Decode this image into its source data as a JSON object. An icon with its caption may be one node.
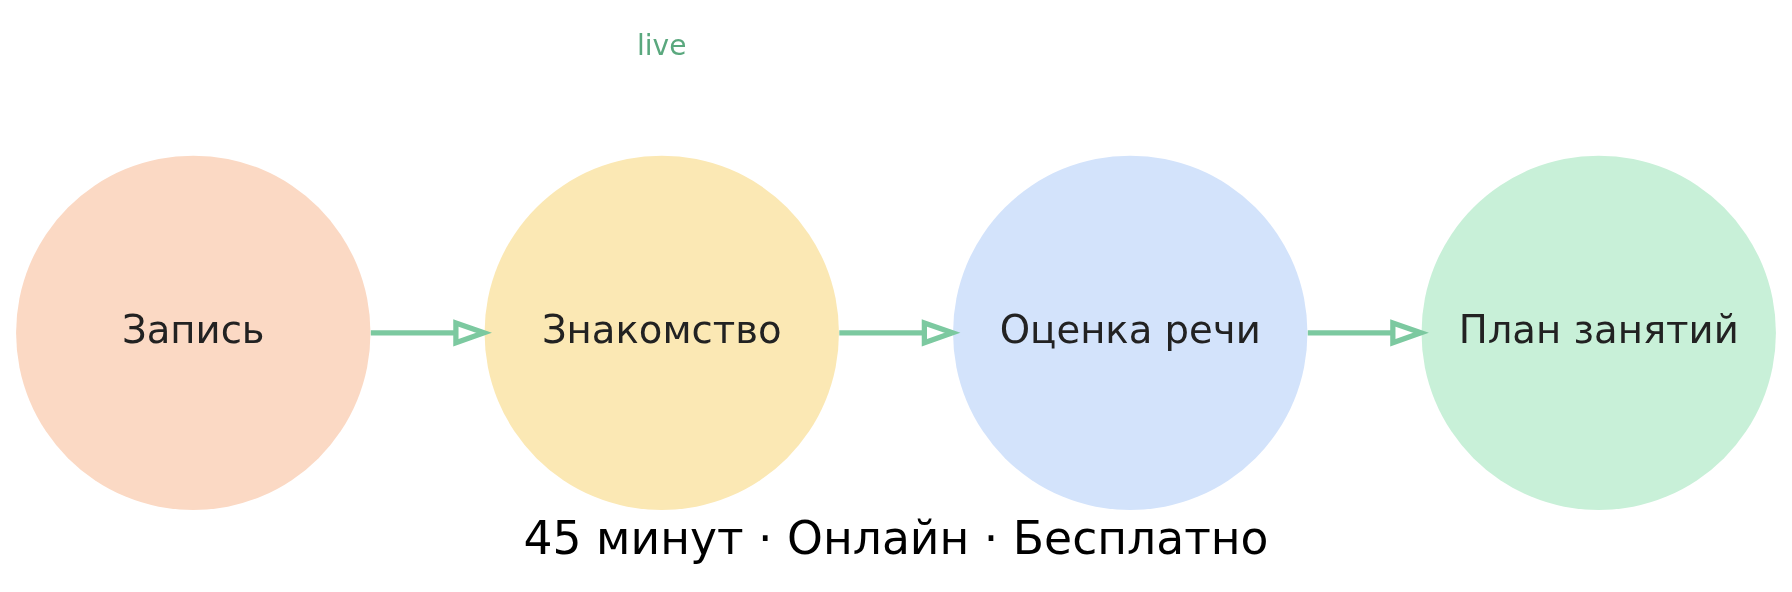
{
  "diagram": {
    "caption": "45 минут · Онлайн · Бесплатно",
    "nodes": [
      {
        "text": [
          "Запись"
        ]
      },
      {
        "text": [
          "Знакомство"
        ]
      },
      {
        "text": [
          "Оценка речи"
        ]
      },
      {
        "text": [
          "План занятий"
        ]
      }
    ],
    "edges": [
      {
        "from": 0,
        "to": 1,
        "arrow": "to"
      },
      {
        "from": 1,
        "to": 2,
        "arrow": "to"
      },
      {
        "from": 2,
        "to": 3,
        "arrow": "to"
      }
    ],
    "labels": [
      "live"
    ]
  }
}
